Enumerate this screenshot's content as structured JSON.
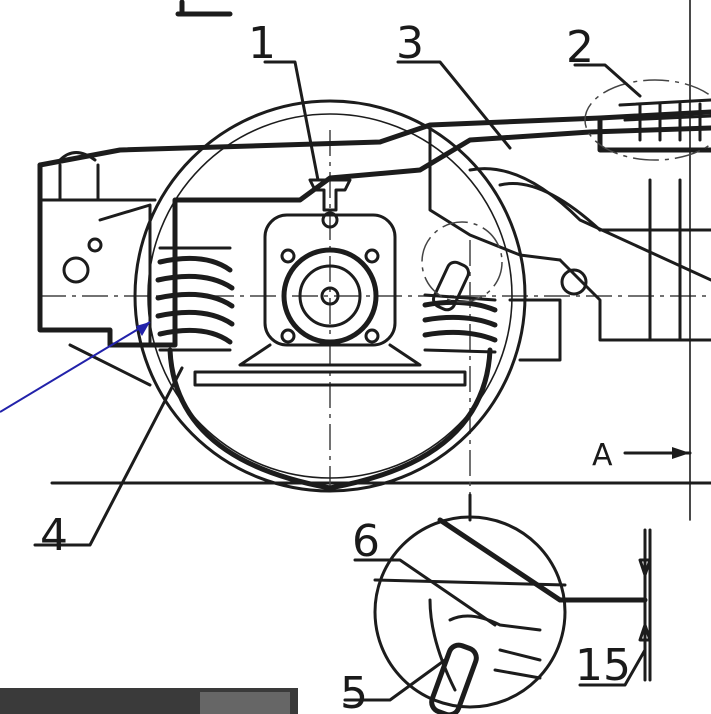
{
  "diagram": {
    "labels": {
      "l1": "1",
      "l2": "2",
      "l3": "3",
      "l4": "4",
      "l5": "5",
      "l6": "6",
      "l15": "15",
      "view_a": "A"
    },
    "colors": {
      "line": "#1c1c1c",
      "pointer_arrow": "#2222aa",
      "background": "#ffffff",
      "photo_strip": "#3a3a3a"
    }
  }
}
